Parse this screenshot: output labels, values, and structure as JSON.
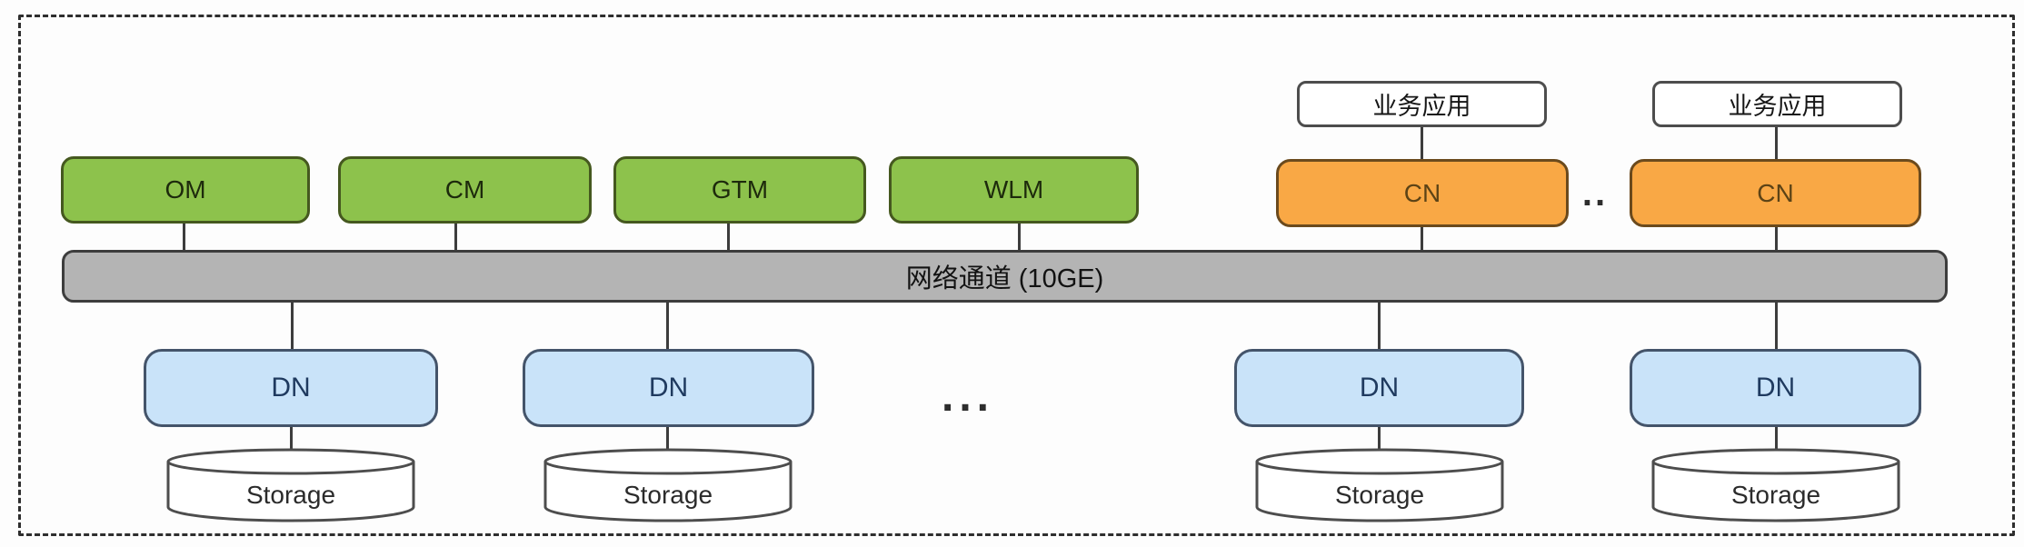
{
  "diagram": {
    "type": "architecture-diagram",
    "app_boxes": [
      "业务应用",
      "业务应用"
    ],
    "management_nodes": [
      "OM",
      "CM",
      "GTM",
      "WLM"
    ],
    "coordinator_nodes": [
      "CN",
      "CN"
    ],
    "cn_gap_dots": "..",
    "network_channel_label": "网络通道 (10GE)",
    "data_nodes": [
      "DN",
      "DN",
      "DN",
      "DN"
    ],
    "dn_gap_dots": "...",
    "storage_nodes": [
      "Storage",
      "Storage",
      "Storage",
      "Storage"
    ],
    "colors": {
      "management_fill": "#8dc24c",
      "management_border": "#45581f",
      "coordinator_fill": "#f9a845",
      "coordinator_border": "#6b4a1d",
      "data_node_fill": "#c9e3f9",
      "data_node_border": "#44546a",
      "network_bar_fill": "#b4b4b4",
      "network_bar_border": "#3d3d3d",
      "app_box_fill": "#ffffff",
      "connector": "#3d3d3d",
      "dashed_frame": "#2e2e2e",
      "background": "#fdfdfd"
    }
  }
}
